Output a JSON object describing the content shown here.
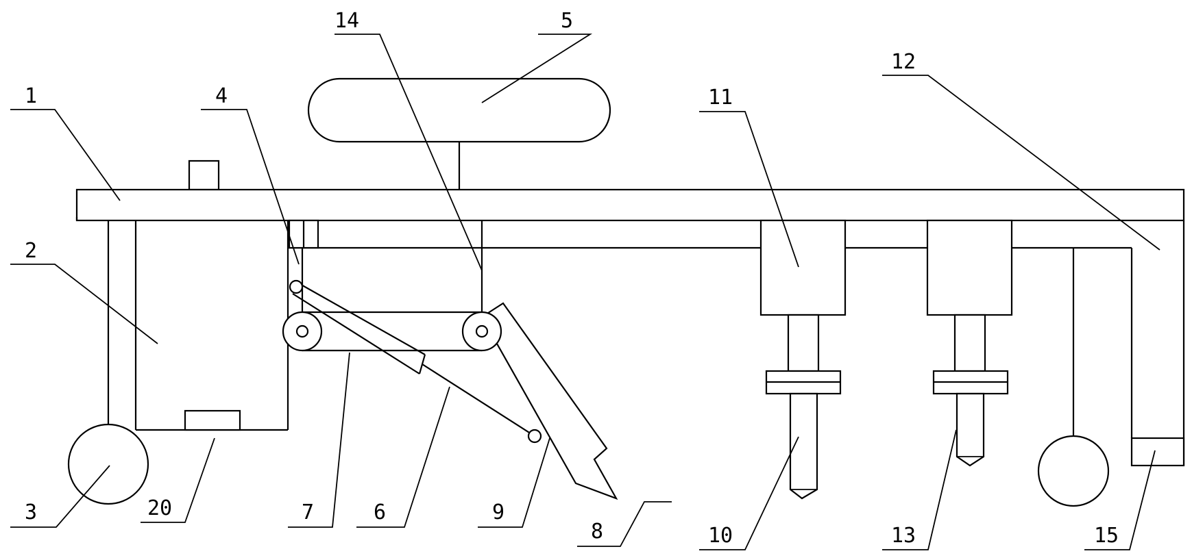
{
  "labels": {
    "l1": "1",
    "l2": "2",
    "l3": "3",
    "l4": "4",
    "l5": "5",
    "l6": "6",
    "l7": "7",
    "l8": "8",
    "l9": "9",
    "l10": "10",
    "l11": "11",
    "l12": "12",
    "l13": "13",
    "l14": "14",
    "l15": "15",
    "l20": "20"
  }
}
